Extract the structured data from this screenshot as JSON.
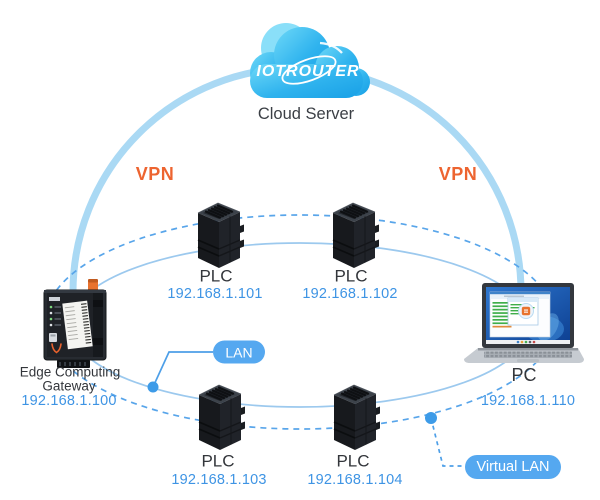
{
  "cloud": {
    "logo_text": "IOTROUTER",
    "label": "Cloud Server"
  },
  "connections": {
    "vpn_left": "VPN",
    "vpn_right": "VPN",
    "lan": "LAN",
    "virtual_lan": "Virtual LAN"
  },
  "devices": {
    "gateway": {
      "name_line1": "Edge Computing",
      "name_line2": "Gateway",
      "ip": "192.168.1.100"
    },
    "pc": {
      "name": "PC",
      "ip": "192.168.1.110"
    },
    "plcs": [
      {
        "name": "PLC",
        "ip": "192.168.1.101"
      },
      {
        "name": "PLC",
        "ip": "192.168.1.102"
      },
      {
        "name": "PLC",
        "ip": "192.168.1.103"
      },
      {
        "name": "PLC",
        "ip": "192.168.1.104"
      }
    ]
  },
  "colors": {
    "vpn_label": "#ED6430",
    "ip_text": "#3E94E4",
    "pill_background": "#55A8F0",
    "dashed_ring": "#58A5EA",
    "solid_ring": "#9CC9EE",
    "vpn_arc": "#AAD9F4",
    "node_dot": "#3D9BE8",
    "cloud_gradient_start": "#6FD9F8",
    "cloud_gradient_end": "#18A0E6",
    "gateway_accent": "#E8722E"
  }
}
